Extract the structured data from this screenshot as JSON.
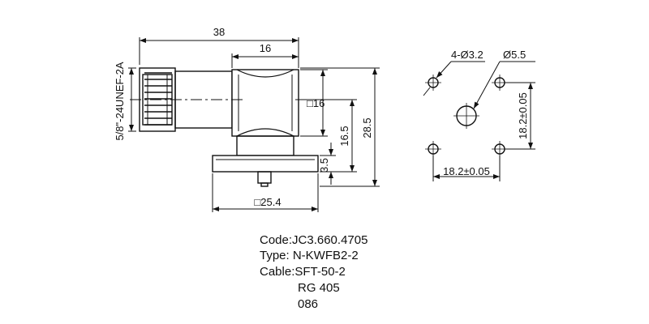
{
  "dimensions": {
    "overall_length": "38",
    "body_width": "16",
    "thread_spec": "5/8\"-24UNEF-2A",
    "body_square": "□16",
    "height_16_5": "16.5",
    "height_28_5": "28.5",
    "flange_thickness": "3.5",
    "flange_square": "□25.4",
    "holes": "4-Ø3.2",
    "center_hole": "Ø5.5",
    "hole_spacing_horizontal": "18.2±0.05",
    "hole_spacing_vertical": "18.2±0.05"
  },
  "spec": {
    "code": "Code:JC3.660.4705",
    "type": "Type: N-KWFB2-2",
    "cable": "Cable:SFT-50-2",
    "cable_alt": "RG 405",
    "cable_alt2": "086"
  }
}
